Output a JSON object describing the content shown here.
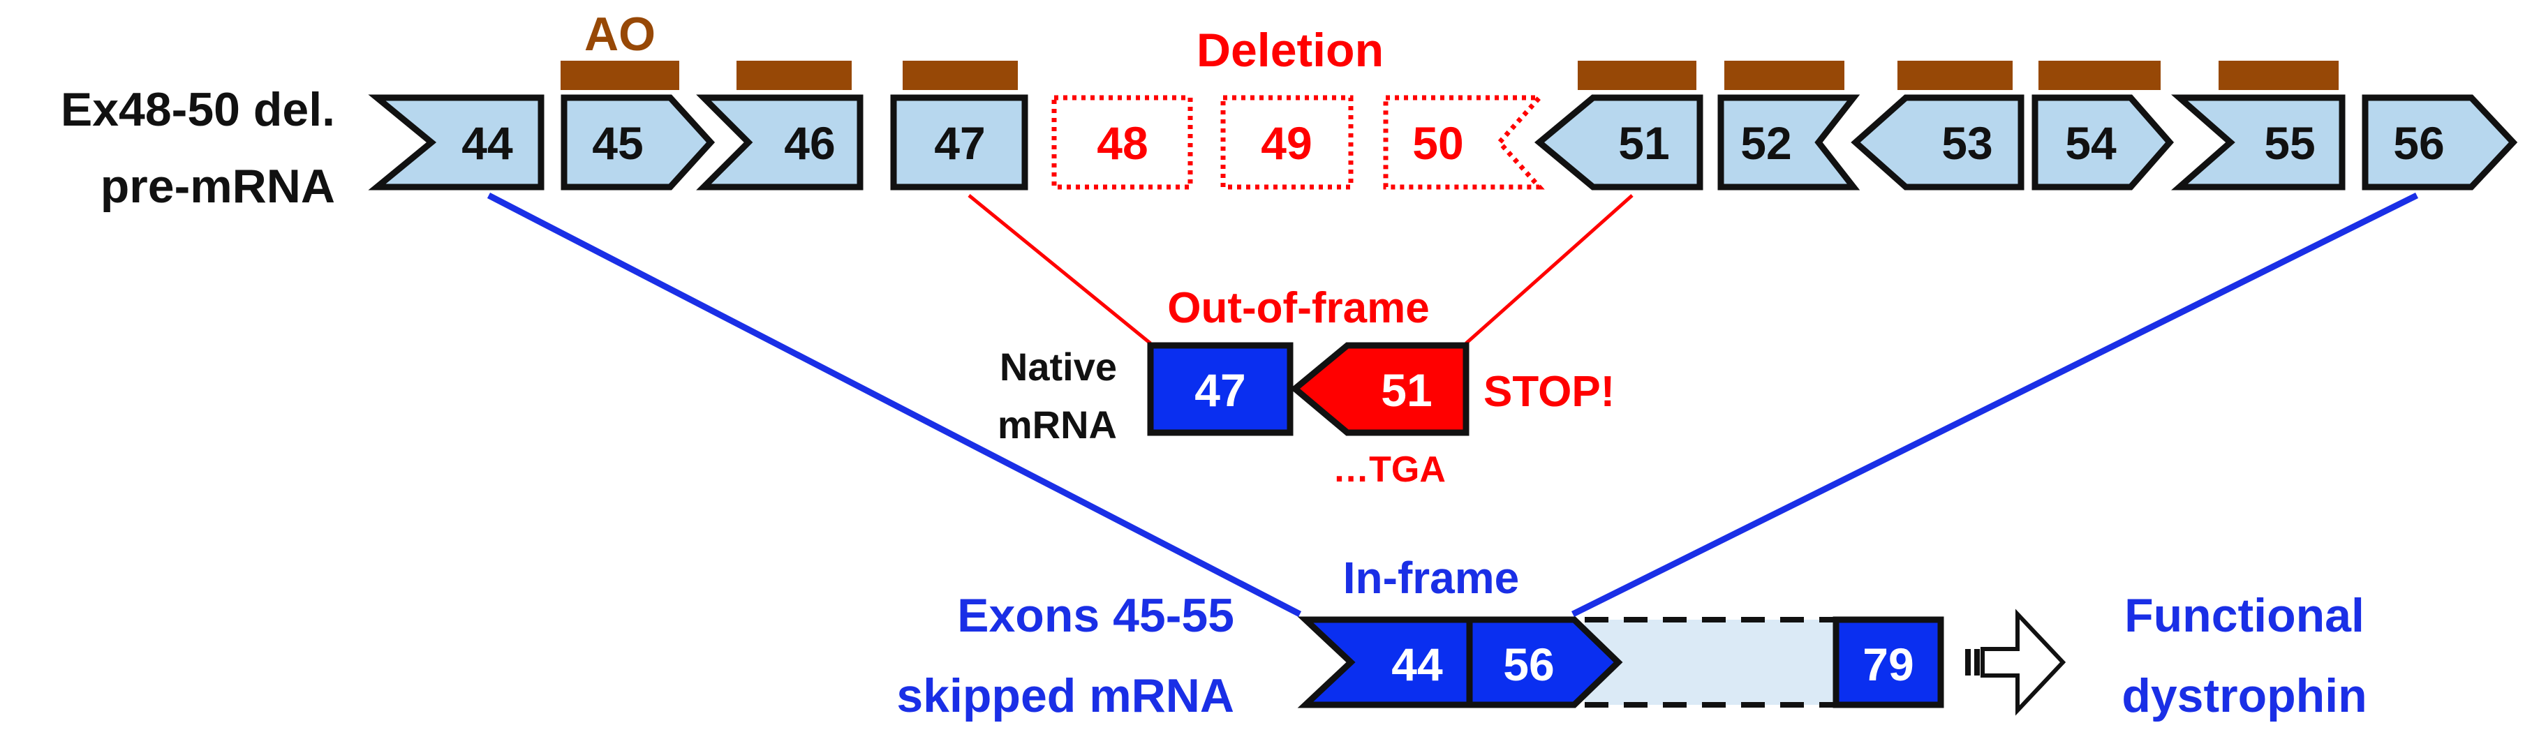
{
  "colors": {
    "exon_fill": "#b7d7ee",
    "exon_stroke": "#111111",
    "ao_bar": "#974806",
    "deletion": "#ff0000",
    "blue": "#1a2fe6",
    "exon_blue": "#0a2ff0",
    "exon_red": "#ff0000",
    "background": "#ffffff"
  },
  "premrna": {
    "label_line1": "Ex48-50 del.",
    "label_line2": "pre-mRNA",
    "ao_label": "AO",
    "deletion_label": "Deletion",
    "exons": [
      {
        "num": "44"
      },
      {
        "num": "45"
      },
      {
        "num": "46"
      },
      {
        "num": "47"
      },
      {
        "num": "48"
      },
      {
        "num": "49"
      },
      {
        "num": "50"
      },
      {
        "num": "51"
      },
      {
        "num": "52"
      },
      {
        "num": "53"
      },
      {
        "num": "54"
      },
      {
        "num": "55"
      },
      {
        "num": "56"
      }
    ]
  },
  "native": {
    "label_line1": "Native",
    "label_line2": "mRNA",
    "status": "Out-of-frame",
    "exon_a": "47",
    "exon_b": "51",
    "stop_label": "STOP!",
    "codon": "…TGA"
  },
  "skipped": {
    "label_line1": "Exons 45-55",
    "label_line2": "skipped mRNA",
    "status": "In-frame",
    "exon_a": "44",
    "exon_b": "56",
    "exon_end": "79",
    "result_line1": "Functional",
    "result_line2": "dystrophin"
  }
}
